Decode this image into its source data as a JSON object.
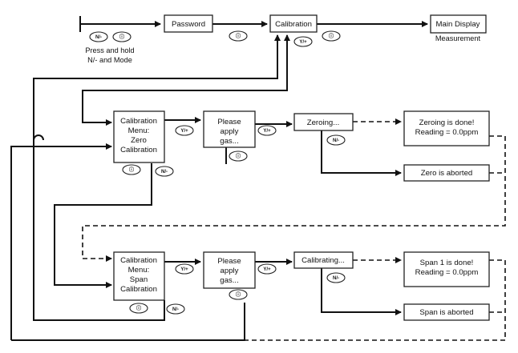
{
  "boxes": {
    "password": "Password",
    "calibration": "Calibration",
    "main_display": "Main Display",
    "cal_menu_zero": [
      "Calibration",
      "Menu:",
      "Zero",
      "Calibration"
    ],
    "please_apply_1": [
      "Please",
      "apply",
      "gas..."
    ],
    "zeroing": "Zeroing...",
    "zeroing_done": [
      "Zeroing is done!",
      "Reading = 0.0ppm"
    ],
    "zero_aborted": "Zero is aborted",
    "cal_menu_span": [
      "Calibration",
      "Menu:",
      "Span",
      "Calibration"
    ],
    "please_apply_2": [
      "Please",
      "apply",
      "gas..."
    ],
    "calibrating": "Calibrating...",
    "span_done": [
      "Span 1 is done!",
      "Reading = 0.0ppm"
    ],
    "span_aborted": "Span is aborted"
  },
  "captions": {
    "measurement": "Measurement",
    "press_hold": [
      "Press and hold",
      "N/- and Mode"
    ]
  },
  "buttons": {
    "n_minus": "N/-",
    "mode": "ⓘ",
    "y_plus": "Y/+"
  }
}
